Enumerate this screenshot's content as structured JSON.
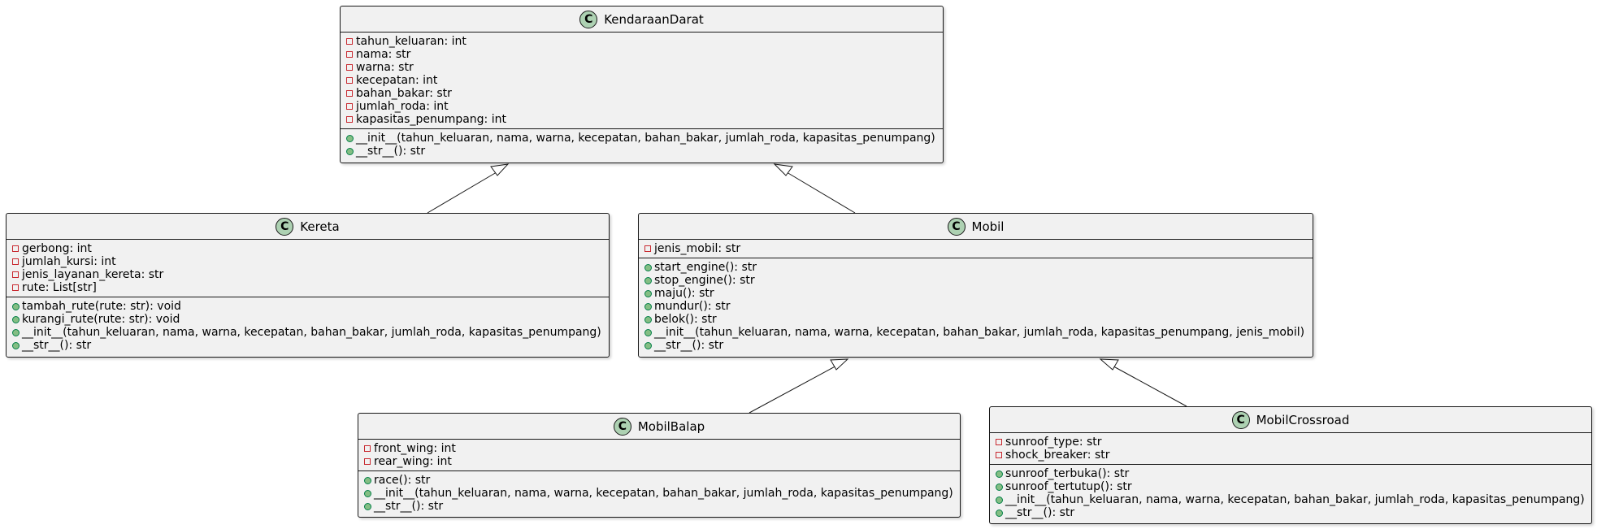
{
  "classes": {
    "kendaraan_darat": {
      "icon": "C",
      "name": "KendaraanDarat",
      "attributes": [
        "tahun_keluaran: int",
        "nama: str",
        "warna: str",
        "kecepatan: int",
        "bahan_bakar: str",
        "jumlah_roda: int",
        "kapasitas_penumpang: int"
      ],
      "methods": [
        "__init__(tahun_keluaran, nama, warna, kecepatan, bahan_bakar, jumlah_roda, kapasitas_penumpang)",
        "__str__(): str"
      ]
    },
    "kereta": {
      "icon": "C",
      "name": "Kereta",
      "attributes": [
        "gerbong: int",
        "jumlah_kursi: int",
        "jenis_layanan_kereta: str",
        "rute: List[str]"
      ],
      "methods": [
        "tambah_rute(rute: str): void",
        "kurangi_rute(rute: str): void",
        "__init__(tahun_keluaran, nama, warna, kecepatan, bahan_bakar, jumlah_roda, kapasitas_penumpang)",
        "__str__(): str"
      ]
    },
    "mobil": {
      "icon": "C",
      "name": "Mobil",
      "attributes": [
        "jenis_mobil: str"
      ],
      "methods": [
        "start_engine(): str",
        "stop_engine(): str",
        "maju(): str",
        "mundur(): str",
        "belok(): str",
        "__init__(tahun_keluaran, nama, warna, kecepatan, bahan_bakar, jumlah_roda, kapasitas_penumpang, jenis_mobil)",
        "__str__(): str"
      ]
    },
    "mobil_balap": {
      "icon": "C",
      "name": "MobilBalap",
      "attributes": [
        "front_wing: int",
        "rear_wing: int"
      ],
      "methods": [
        "race(): str",
        "__init__(tahun_keluaran, nama, warna, kecepatan, bahan_bakar, jumlah_roda, kapasitas_penumpang)",
        "__str__(): str"
      ]
    },
    "mobil_crossroad": {
      "icon": "C",
      "name": "MobilCrossroad",
      "attributes": [
        "sunroof_type: str",
        "shock_breaker: str"
      ],
      "methods": [
        "sunroof_terbuka(): str",
        "sunroof_tertutup(): str",
        "__init__(tahun_keluaran, nama, warna, kecepatan, bahan_bakar, jumlah_roda, kapasitas_penumpang)",
        "__str__(): str"
      ]
    }
  },
  "inheritance": [
    {
      "child": "Kereta",
      "parent": "KendaraanDarat"
    },
    {
      "child": "Mobil",
      "parent": "KendaraanDarat"
    },
    {
      "child": "MobilBalap",
      "parent": "Mobil"
    },
    {
      "child": "MobilCrossroad",
      "parent": "Mobil"
    }
  ],
  "colors": {
    "class_fill": "#f1f1f1",
    "class_icon": "#add1b2",
    "private_marker": "#c82930",
    "public_marker": "#84be84",
    "edge": "#181818"
  }
}
